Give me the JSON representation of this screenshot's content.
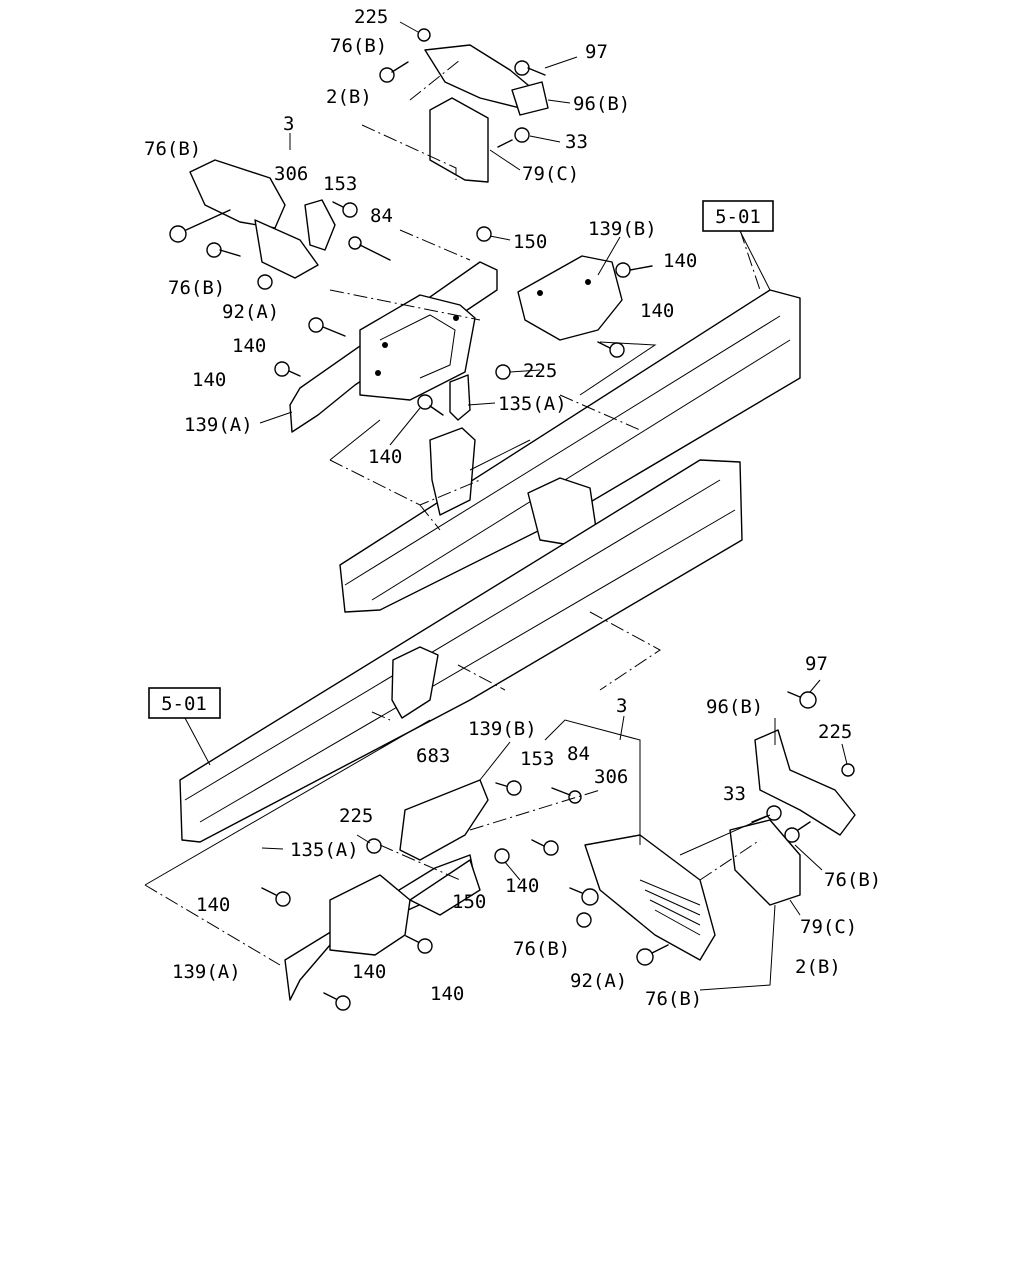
{
  "refs": {
    "upper": "5-01",
    "lower": "5-01"
  },
  "upper_labels": {
    "l225": "225",
    "l76b_a": "76(B)",
    "l97": "97",
    "l2b": "2(B)",
    "l96b": "96(B)",
    "l3": "3",
    "l33": "33",
    "l76b_b": "76(B)",
    "l306": "306",
    "l153": "153",
    "l79c": "79(C)",
    "l84": "84",
    "l150": "150",
    "l139b": "139(B)",
    "l140_a": "140",
    "l76b_c": "76(B)",
    "l92a": "92(A)",
    "l140_b": "140",
    "l140_c": "140",
    "l225b": "225",
    "l140_d": "140",
    "l135a": "135(A)",
    "l139a": "139(A)",
    "l140_e": "140"
  },
  "lower_labels": {
    "l97": "97",
    "l96b": "96(B)",
    "l225": "225",
    "l3": "3",
    "l139b": "139(B)",
    "l683": "683",
    "l153": "153",
    "l84": "84",
    "l306": "306",
    "l33": "33",
    "l225b": "225",
    "l135a": "135(A)",
    "l76b_a": "76(B)",
    "l140_a": "140",
    "l150": "150",
    "l140_b": "140",
    "l79c": "79(C)",
    "l76b_b": "76(B)",
    "l92a": "92(A)",
    "l2b": "2(B)",
    "l139a": "139(A)",
    "l140_c": "140",
    "l140_d": "140",
    "l76b_c": "76(B)"
  }
}
